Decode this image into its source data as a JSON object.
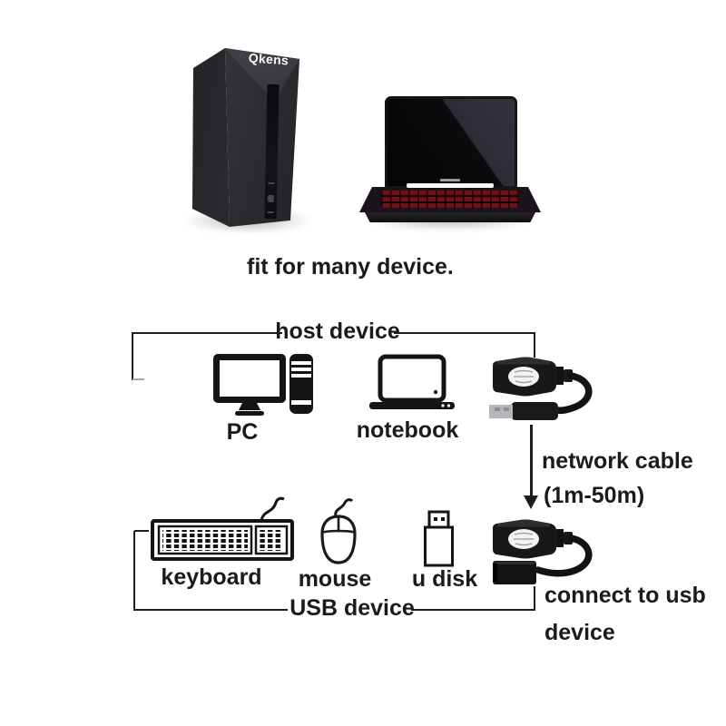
{
  "hero": {
    "brand": "Qkens",
    "caption": "fit for many device."
  },
  "host_group": {
    "label": "host device",
    "items": [
      {
        "label": "PC",
        "icon": "desktop-pc-icon"
      },
      {
        "label": "notebook",
        "icon": "notebook-icon"
      }
    ]
  },
  "cable": {
    "line1": "network cable",
    "line2": "(1m-50m)"
  },
  "usb_group": {
    "label": "USB device",
    "items": [
      {
        "label": "keyboard",
        "icon": "keyboard-icon"
      },
      {
        "label": "mouse",
        "icon": "mouse-icon"
      },
      {
        "label": "u disk",
        "icon": "usb-flash-drive-icon"
      }
    ]
  },
  "connect": {
    "line1": "connect to usb",
    "line2": "device"
  },
  "colors": {
    "background": "#ffffff",
    "ink": "#1d1d1d",
    "keyboard_backlight_red": "#701215",
    "usb_metal": "#b6b6ba"
  }
}
